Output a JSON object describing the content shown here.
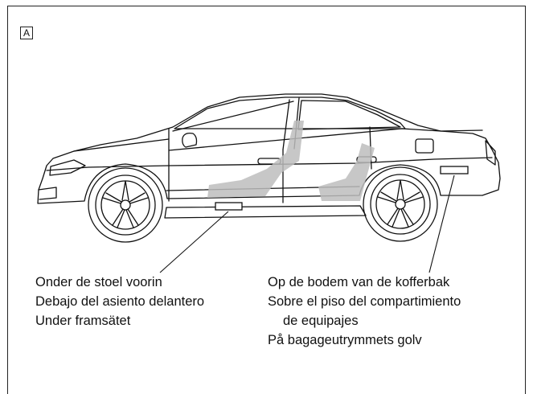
{
  "panel_label": "A",
  "captions": {
    "front_seat": [
      "Onder de stoel voorin",
      "Debajo del asiento delantero",
      "Under framsätet"
    ],
    "trunk_floor": [
      "Op de bodem van de kofferbak",
      "Sobre el piso del compartimiento",
      "de equipajes",
      "På bagageutrymmets golv"
    ]
  }
}
